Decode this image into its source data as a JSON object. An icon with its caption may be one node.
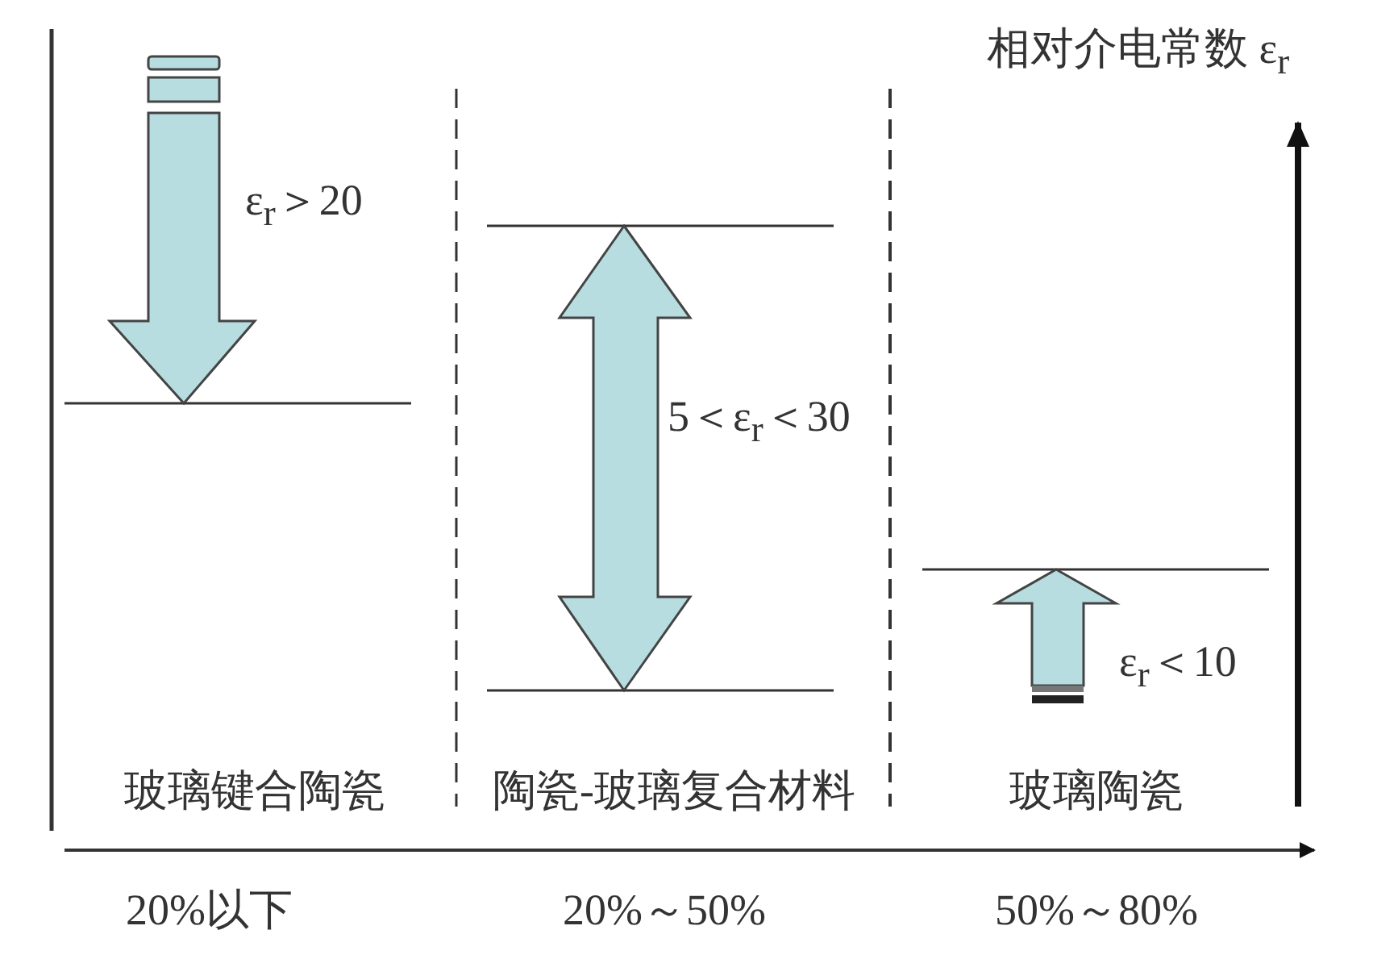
{
  "diagram": {
    "labels": [
      "相对介电常数 ε$_{r}$",
      "ε$_{r}$＞20",
      "5＜ε$_{r}$＜30",
      "ε$_{r}$＜10",
      "玻璃键合陶瓷",
      "陶瓷-玻璃复合材料",
      "玻璃陶瓷",
      "20%以下",
      "20%～50%",
      "50%～80%"
    ]
  }
}
